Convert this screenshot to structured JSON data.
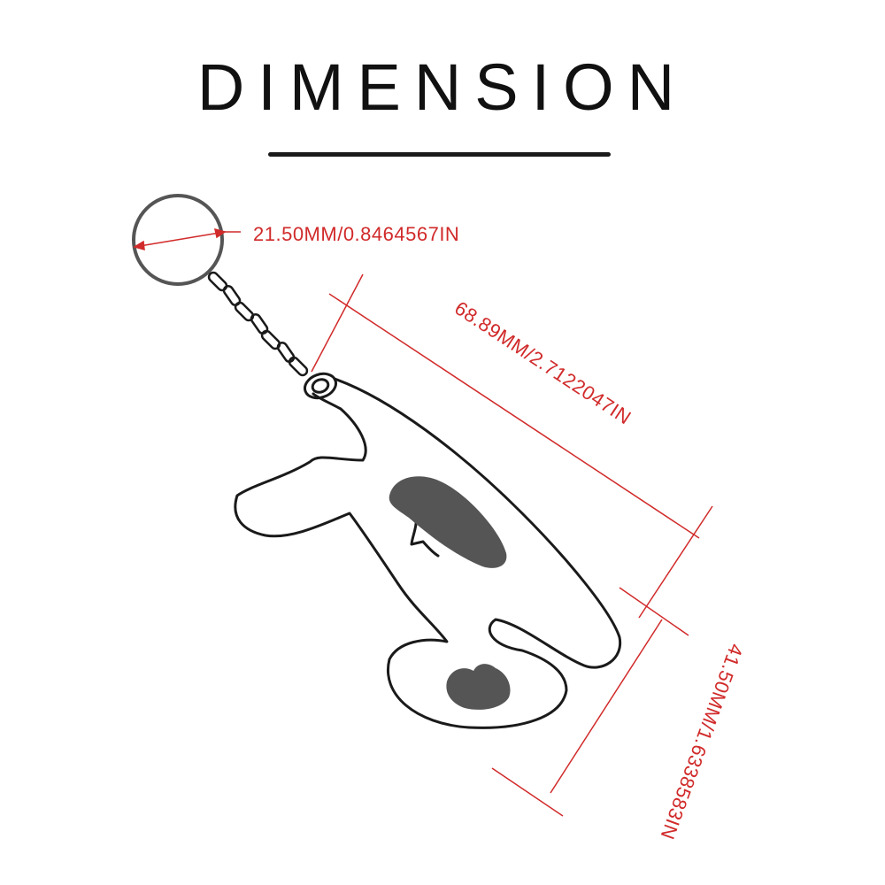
{
  "title": "DIMENSION",
  "dimensions": {
    "ring_diameter": "21.50MM/0.8464567IN",
    "length": "68.89MM/2.7122047IN",
    "width": "41.50MM/1.6338583IN"
  },
  "colors": {
    "dimension_lines": "#d12a2a",
    "outline": "#1a1a1a",
    "ring": "#555555",
    "fill": "#555555"
  }
}
